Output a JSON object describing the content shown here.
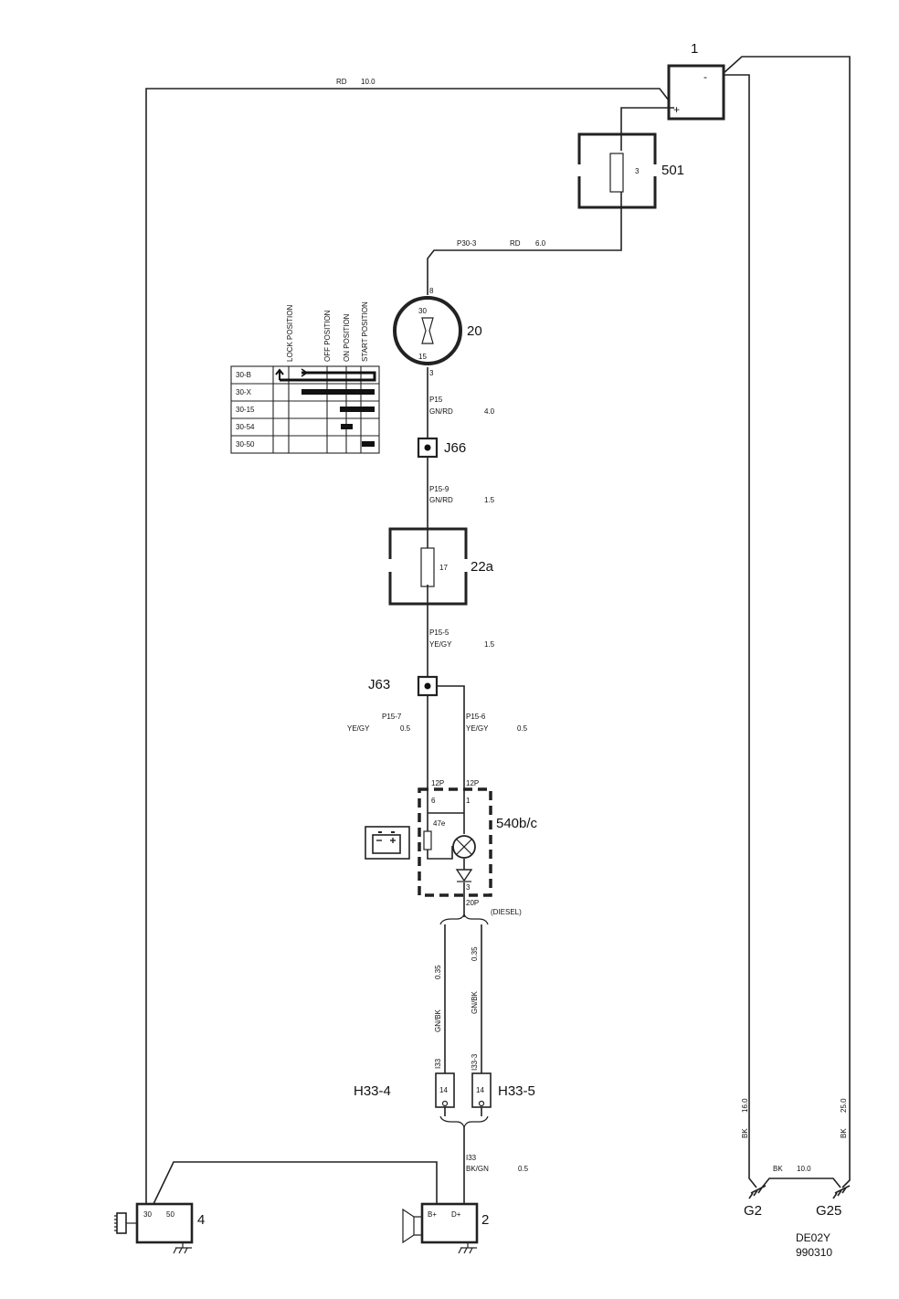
{
  "components": {
    "battery": {
      "id": "1",
      "minus": "-",
      "plus": "+"
    },
    "fuse_box_501": {
      "id": "501",
      "fuse": "3"
    },
    "ignition_switch": {
      "id": "20",
      "pin_in": "30",
      "pin_out": "15",
      "conn_top": "8",
      "conn_bottom": "3"
    },
    "splice_j66": {
      "id": "J66"
    },
    "fuse_box_22a": {
      "id": "22a",
      "fuse": "17"
    },
    "splice_j63": {
      "id": "J63"
    },
    "instrument_540": {
      "id": "540b/c",
      "conn_left": "12P",
      "conn_right": "12P",
      "pin_left": "6",
      "pin_right": "1",
      "pin_mid": "47e",
      "pin_bottom": "3",
      "conn_bottom": "20P",
      "note": "(DIESEL)"
    },
    "connector_h33_4": {
      "id": "H33-4",
      "pin": "14"
    },
    "connector_h33_5": {
      "id": "H33-5",
      "pin": "14"
    },
    "starter": {
      "id": "4",
      "pin_a": "30",
      "pin_b": "50"
    },
    "alternator": {
      "id": "2",
      "pin_a": "B+",
      "pin_b": "D+"
    },
    "ground_g2": {
      "id": "G2"
    },
    "ground_g25": {
      "id": "G25"
    }
  },
  "wires": {
    "top_main": {
      "color": "RD",
      "size": "10.0"
    },
    "p30_3": {
      "code": "P30-3",
      "color": "RD",
      "size": "6.0"
    },
    "p15": {
      "code": "P15",
      "color": "GN/RD",
      "size": "4.0"
    },
    "p15_9": {
      "code": "P15-9",
      "color": "GN/RD",
      "size": "1.5"
    },
    "p15_5": {
      "code": "P15-5",
      "color": "YE/GY",
      "size": "1.5"
    },
    "p15_7": {
      "code": "P15-7",
      "color": "YE/GY",
      "size": "0.5"
    },
    "p15_6": {
      "code": "P15-6",
      "color": "YE/GY",
      "size": "0.5"
    },
    "left_vertical": {
      "code": "I33",
      "color": "GN/BK",
      "size": "0.35"
    },
    "right_vertical": {
      "code": "I33-3",
      "color": "GN/BK",
      "size": "0.35"
    },
    "i33_lower": {
      "code": "I33",
      "color": "BK/GN",
      "size": "0.5"
    },
    "ground_g2": {
      "color": "BK",
      "size": "16.0"
    },
    "ground_g25": {
      "color": "BK",
      "size": "25.0"
    },
    "ground_bridge": {
      "color": "BK",
      "size": "10.0"
    }
  },
  "switch_table": {
    "headers": [
      "LOCK POSITION",
      "OFF POSITION",
      "ON POSITION",
      "START POSITION"
    ],
    "rows": [
      "30-B",
      "30-X",
      "30-15",
      "30-54",
      "30-50"
    ]
  },
  "footer": {
    "code": "DE02Y",
    "date": "990310"
  }
}
